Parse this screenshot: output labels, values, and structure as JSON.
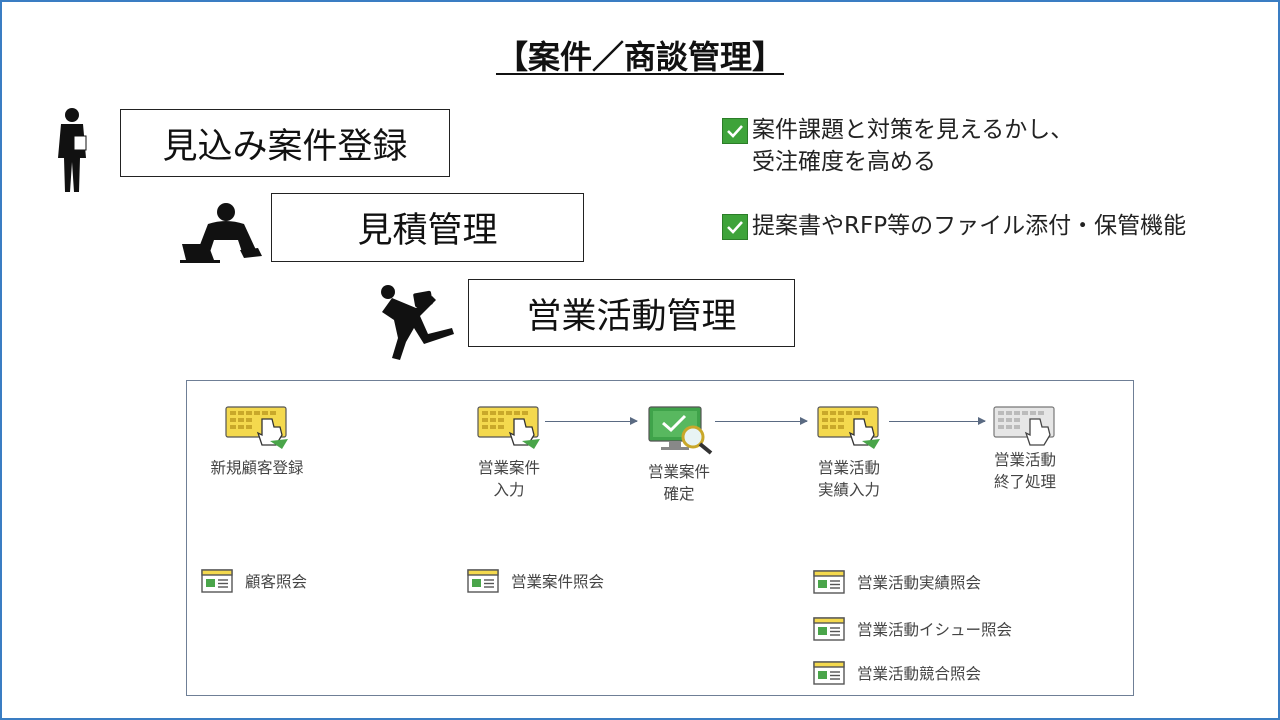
{
  "title": "【案件／商談管理】",
  "boxes": [
    {
      "label": "見込み案件登録"
    },
    {
      "label": "見積管理"
    },
    {
      "label": "営業活動管理"
    }
  ],
  "features": [
    {
      "line1": "案件課題と対策を見えるかし、",
      "line2": "受注確度を高める"
    },
    {
      "line1": "提案書やRFP等のファイル添付・保管機能",
      "line2": ""
    }
  ],
  "workflow": {
    "new_customer": "新規顧客登録",
    "deal_input": "営業案件\n入力",
    "deal_confirm": "営業案件\n確定",
    "activity_input": "営業活動\n実績入力",
    "activity_end": "営業活動\n終了処理"
  },
  "inquiries": {
    "customer": "顧客照会",
    "deal": "営業案件照会",
    "activity_results": "営業活動実績照会",
    "activity_issues": "営業活動イシュー照会",
    "activity_competitors": "営業活動競合照会"
  },
  "colors": {
    "accent_yellow": "#e8c531",
    "frame": "#3a7dc3",
    "check_green": "#3ea33a"
  }
}
